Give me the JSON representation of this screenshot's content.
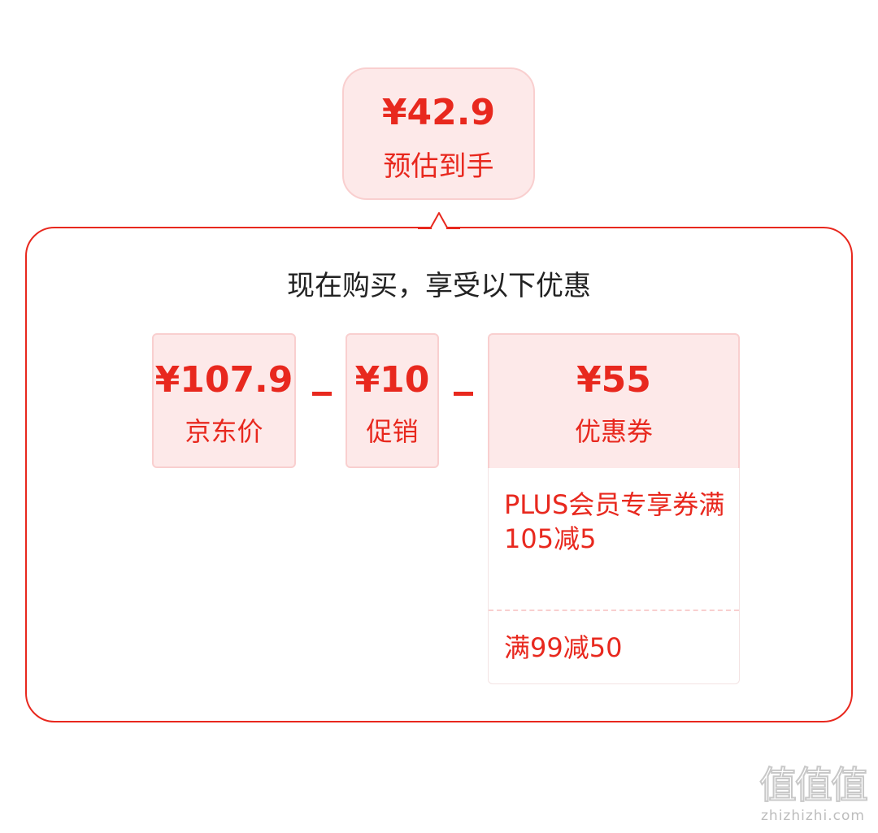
{
  "estimate": {
    "price": "¥42.9",
    "label": "预估到手"
  },
  "panel": {
    "title": "现在购买，享受以下优惠"
  },
  "breakdown": {
    "jd_price": {
      "amount": "¥107.9",
      "name": "京东价"
    },
    "promotion": {
      "amount": "¥10",
      "name": "促销"
    },
    "coupon": {
      "amount": "¥55",
      "name": "优惠券"
    }
  },
  "coupons": [
    {
      "text": "PLUS会员专享券满105减5"
    },
    {
      "text": "满99减50"
    }
  ],
  "watermark": {
    "glyphs": "值值值",
    "site": "zhizhizhi.com"
  },
  "colors": {
    "accent": "#e8281e",
    "tile_bg": "#fde9e9",
    "tile_border": "#f9cfcf",
    "title_text": "#222222"
  }
}
